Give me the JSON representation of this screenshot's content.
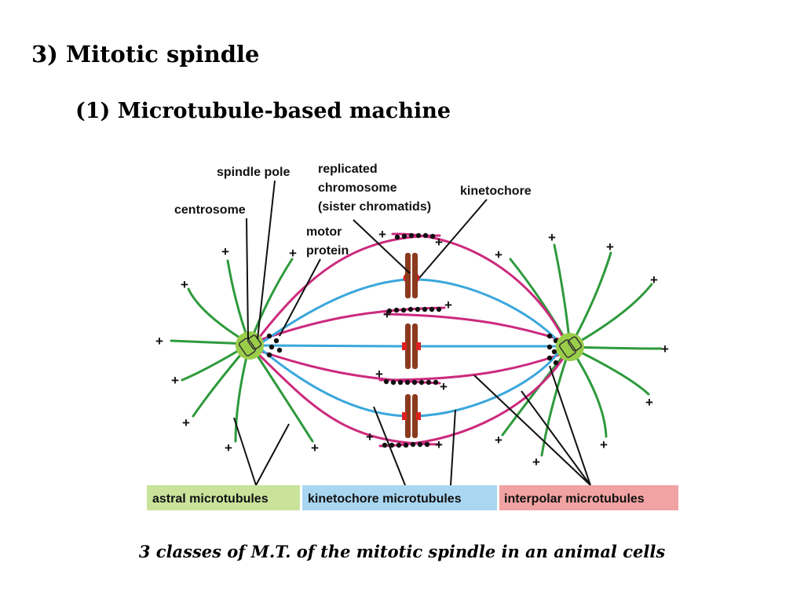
{
  "slide": {
    "title": "3) Mitotic spindle",
    "subtitle": "(1) Microtubule-based machine",
    "caption": "3 classes of M.T. of the mitotic spindle in an animal cells"
  },
  "diagram": {
    "labels": {
      "spindle_pole": "spindle pole",
      "replicated_1": "replicated",
      "replicated_2": "chromosome",
      "replicated_3": "(sister chromatids)",
      "kinetochore": "kinetochore",
      "centrosome": "centrosome",
      "motor_1": "motor",
      "motor_2": "protein",
      "plus": "+"
    },
    "legend": {
      "astral": "astral microtubules",
      "kinetochore": "kinetochore microtubules",
      "interpolar": "interpolar microtubules"
    },
    "colors": {
      "astral": "#2e9a3c",
      "kinetochore": "#3aa7dc",
      "interpolar": "#cc2a7e",
      "centrosome": "#9acd4a",
      "chromatid": "#8b3a1e",
      "kinetochore_mark": "#e02020",
      "astral_legend_bg": "#c9e39b",
      "kinetochore_legend_bg": "#a9d6f0",
      "interpolar_legend_bg": "#f1a2a2"
    }
  }
}
